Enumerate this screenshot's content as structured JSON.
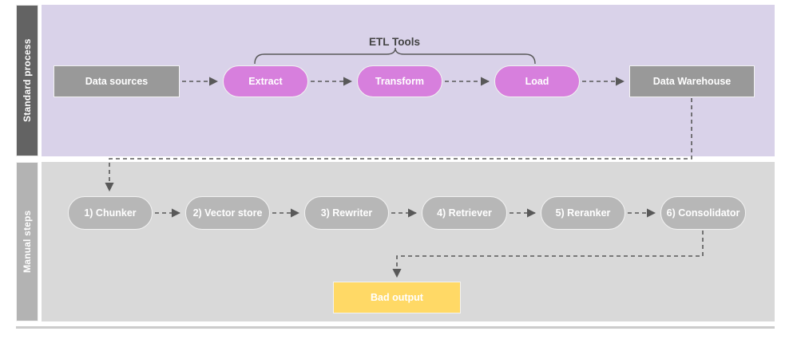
{
  "diagram": {
    "title_label": "ETL Tools",
    "lanes": [
      {
        "name": "standard",
        "label": "Standard process",
        "header_color": "#636363",
        "body_color": "#d9d2e9"
      },
      {
        "name": "manual",
        "label": "Manual steps",
        "header_color": "#b3b3b3",
        "body_color": "#d9d9d9"
      }
    ],
    "standard_process": {
      "nodes": [
        {
          "id": "data-sources",
          "label": "Data sources",
          "shape": "rect",
          "color": "#999999"
        },
        {
          "id": "extract",
          "label": "Extract",
          "shape": "pill",
          "color": "#d77fdd"
        },
        {
          "id": "transform",
          "label": "Transform",
          "shape": "pill",
          "color": "#d77fdd"
        },
        {
          "id": "load",
          "label": "Load",
          "shape": "pill",
          "color": "#d77fdd"
        },
        {
          "id": "data-warehouse",
          "label": "Data Warehouse",
          "shape": "rect",
          "color": "#999999"
        }
      ],
      "bracket": {
        "label": "ETL Tools",
        "spans": [
          "Extract",
          "Transform",
          "Load"
        ]
      }
    },
    "manual_steps": {
      "nodes": [
        {
          "id": "chunker",
          "label": "1) Chunker",
          "shape": "pill",
          "color": "#b7b7b7"
        },
        {
          "id": "vector-store",
          "label": "2) Vector store",
          "shape": "pill",
          "color": "#b7b7b7"
        },
        {
          "id": "rewriter",
          "label": "3) Rewriter",
          "shape": "pill",
          "color": "#b7b7b7"
        },
        {
          "id": "retriever",
          "label": "4) Retriever",
          "shape": "pill",
          "color": "#b7b7b7"
        },
        {
          "id": "reranker",
          "label": "5) Reranker",
          "shape": "pill",
          "color": "#b7b7b7"
        },
        {
          "id": "consolidator",
          "label": "6) Consolidator",
          "shape": "pill",
          "color": "#b7b7b7"
        }
      ],
      "outcome": {
        "id": "bad-output",
        "label": "Bad output",
        "shape": "rect",
        "color": "#ffd966"
      }
    },
    "edges": [
      {
        "from": "data-sources",
        "to": "extract",
        "style": "dashed"
      },
      {
        "from": "extract",
        "to": "transform",
        "style": "dashed"
      },
      {
        "from": "transform",
        "to": "load",
        "style": "dashed"
      },
      {
        "from": "load",
        "to": "data-warehouse",
        "style": "dashed"
      },
      {
        "from": "data-warehouse",
        "to": "chunker",
        "style": "dashed"
      },
      {
        "from": "chunker",
        "to": "vector-store",
        "style": "dashed"
      },
      {
        "from": "vector-store",
        "to": "rewriter",
        "style": "dashed"
      },
      {
        "from": "rewriter",
        "to": "retriever",
        "style": "dashed"
      },
      {
        "from": "retriever",
        "to": "reranker",
        "style": "dashed"
      },
      {
        "from": "reranker",
        "to": "consolidator",
        "style": "dashed"
      },
      {
        "from": "consolidator",
        "to": "bad-output",
        "style": "dashed"
      }
    ],
    "colors": {
      "arrow": "#595959",
      "bracket": "#595959",
      "node_border": "#f2f2f2",
      "bottom_divider": "#cccccc",
      "canvas": "#ffffff"
    }
  }
}
